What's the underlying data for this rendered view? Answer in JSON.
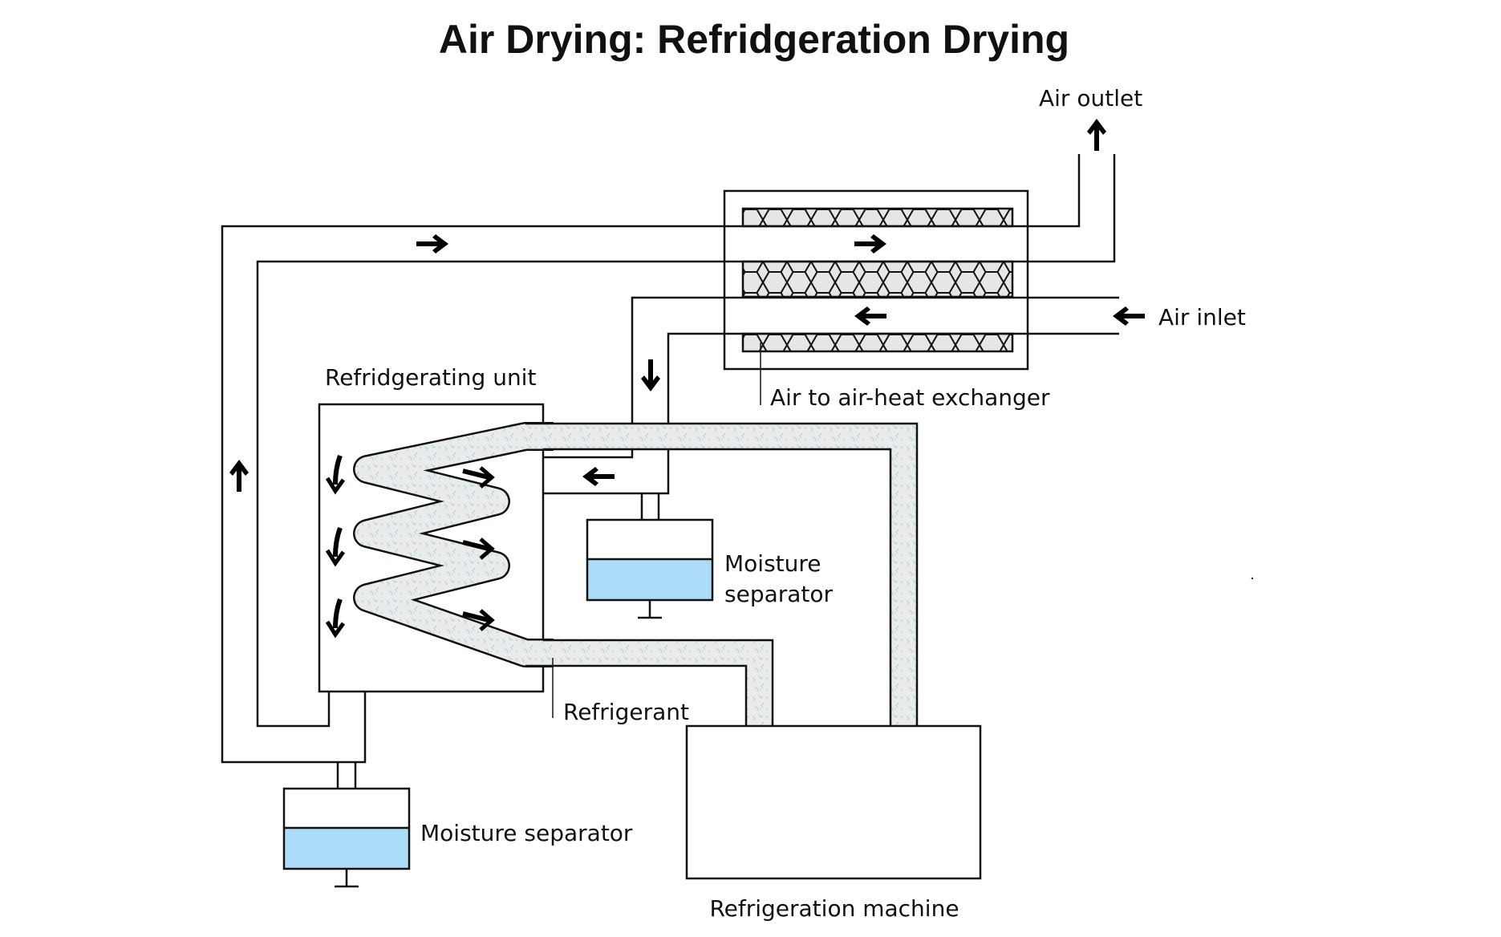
{
  "title": "Air Drying: Refridgeration Drying",
  "labels": {
    "air_outlet": "Air outlet",
    "air_inlet": "Air inlet",
    "heat_exchanger": "Air to air-heat exchanger",
    "refrigerating_unit": "Refridgerating unit",
    "moisture_separator_upper_line1": "Moisture",
    "moisture_separator_upper_line2": "separator",
    "moisture_separator_lower": "Moisture separator",
    "refrigerant": "Refrigerant",
    "refrigeration_machine": "Refrigeration machine"
  },
  "colors": {
    "refrigerant_fill": "#ebebeb",
    "refrigerant_speckle": "#9fd6dc",
    "water": "#acdcf8",
    "hex_fill": "#e6e6e6",
    "line": "#111111"
  },
  "flow_arrows": [
    {
      "location": "outer-top-return-pipe",
      "direction": "right"
    },
    {
      "location": "heat-exchanger-upper-pass",
      "direction": "right"
    },
    {
      "location": "heat-exchanger-lower-pass",
      "direction": "left"
    },
    {
      "location": "air-inlet",
      "direction": "left"
    },
    {
      "location": "air-outlet",
      "direction": "up"
    },
    {
      "location": "down-pipe",
      "direction": "down"
    },
    {
      "location": "return-left-pipe",
      "direction": "up"
    },
    {
      "location": "into-refrigerating-unit",
      "direction": "left"
    },
    {
      "location": "coil-left-1",
      "direction": "down"
    },
    {
      "location": "coil-left-2",
      "direction": "down"
    },
    {
      "location": "coil-left-3",
      "direction": "down"
    },
    {
      "location": "coil-right-1",
      "direction": "right"
    },
    {
      "location": "coil-right-2",
      "direction": "right"
    },
    {
      "location": "coil-right-3",
      "direction": "right"
    }
  ]
}
